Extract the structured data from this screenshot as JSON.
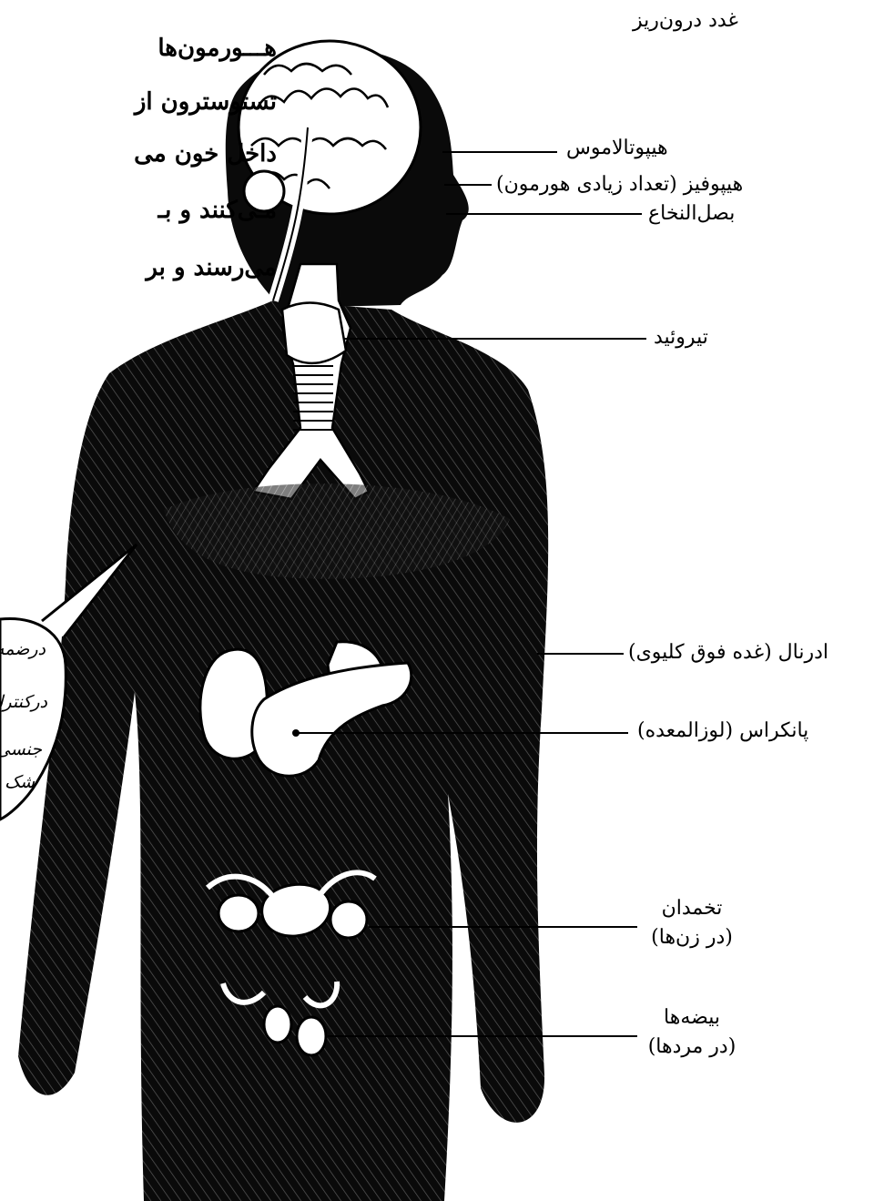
{
  "title": "غدد درون‌ریز",
  "side_text": [
    "هـــورمون‌ها",
    "تستوسترون از",
    "داخل خون می",
    "مـی‌کنند و بـ",
    "می‌رسند و بر"
  ],
  "bubble_text": [
    "درضمه",
    "درکنترل",
    "جنسی",
    "شک"
  ],
  "labels": {
    "hypothalamus": "هیپوتالاموس",
    "pituitary": "هیپوفیز (تعداد زیادی هورمون)",
    "medulla": "بصل‌النخاع",
    "thyroid": "تیروئید",
    "adrenal": "ادرنال (غده فوق کلیوی)",
    "pancreas": "پانکراس (لوزالمعده)",
    "ovaries": "تخمدان",
    "ovaries_note": "(در زن‌ها)",
    "testes": "بیضه‌ها",
    "testes_note": "(در مردها)"
  }
}
